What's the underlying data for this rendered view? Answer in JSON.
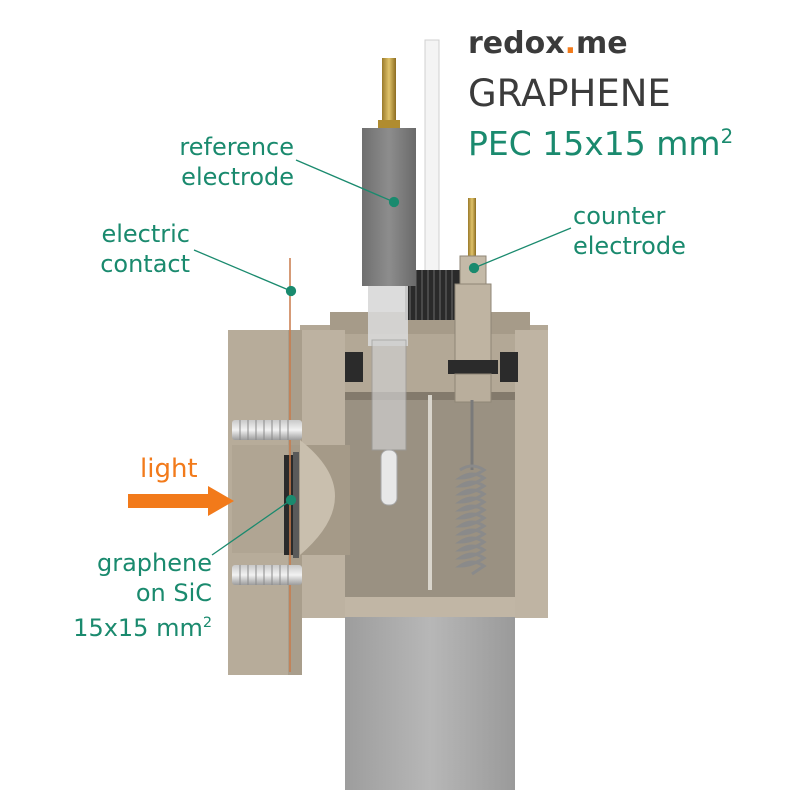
{
  "brand": {
    "name_a": "redox",
    "name_dot": ".",
    "name_b": "me"
  },
  "title": {
    "line1": "GRAPHENE",
    "line2": "PEC 15x15 mm",
    "line2_sup": "2"
  },
  "labels": {
    "reference_line1": "reference",
    "reference_line2": "electrode",
    "counter_line1": "counter",
    "counter_line2": "electrode",
    "contact_line1": "electric",
    "contact_line2": "contact",
    "light": "light",
    "graphene_line1": "graphene",
    "graphene_line2": "on SiC",
    "graphene_line3": "15x15 mm",
    "graphene_sup": "2"
  },
  "colors": {
    "label_green": "#1a8a6e",
    "light_orange": "#f27a1a",
    "body_tan": "#b8ad9c",
    "cavity_dark": "#8f8679",
    "base_grey": "#a9a9a9"
  }
}
